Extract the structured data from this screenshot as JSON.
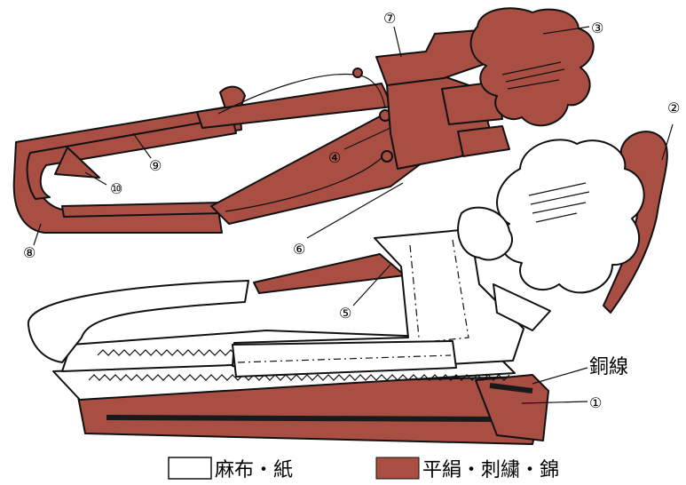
{
  "colors": {
    "silk": "#a94e43",
    "hemp": "#ffffff",
    "outline": "#111111",
    "wire": "#1a1a1a"
  },
  "labels": {
    "n1": "①",
    "n2": "②",
    "n3": "③",
    "n4": "④",
    "n5": "⑤",
    "n6": "⑥",
    "n7": "⑦",
    "n8": "⑧",
    "n9": "⑨",
    "n10": "⑩",
    "wire": "銅線"
  },
  "legend": {
    "hemp_label": "麻布・紙",
    "silk_label": "平絹・刺繍・錦"
  }
}
